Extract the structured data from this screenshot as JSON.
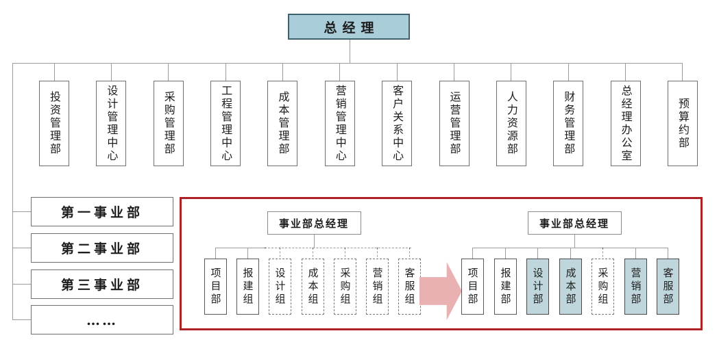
{
  "colors": {
    "gm_box_blue": "#a9cdd9",
    "highlight_blue": "#bfd6dd",
    "red_frame": "#ae2024",
    "arrow_pink": "#e9b1b1",
    "line_gray": "#9b9b9b",
    "text": "#1c1c1c"
  },
  "root": {
    "label": "总经理"
  },
  "departments": [
    {
      "label": "投资管理部"
    },
    {
      "label": "设计管理中心"
    },
    {
      "label": "采购管理部"
    },
    {
      "label": "工程管理中心"
    },
    {
      "label": "成本管理部"
    },
    {
      "label": "营销管理中心"
    },
    {
      "label": "客户关系中心"
    },
    {
      "label": "运营管理部"
    },
    {
      "label": "人力资源部"
    },
    {
      "label": "财务管理部"
    },
    {
      "label": "总经理办公室"
    },
    {
      "label": "预算约部"
    }
  ],
  "divisions": [
    {
      "label": "第一事业部"
    },
    {
      "label": "第二事业部"
    },
    {
      "label": "第三事业部"
    },
    {
      "label": "……"
    }
  ],
  "before": {
    "head": "事业部总经理",
    "children": [
      {
        "label": "项目部",
        "style": "solid"
      },
      {
        "label": "报建组",
        "style": "solid"
      },
      {
        "label": "设计组",
        "style": "dashed"
      },
      {
        "label": "成本组",
        "style": "dashed"
      },
      {
        "label": "采购组",
        "style": "dashed"
      },
      {
        "label": "营销组",
        "style": "dashed"
      },
      {
        "label": "客服组",
        "style": "dashed"
      }
    ]
  },
  "after": {
    "head": "事业部总经理",
    "children": [
      {
        "label": "项目部",
        "style": "solid"
      },
      {
        "label": "报建部",
        "style": "solid"
      },
      {
        "label": "设计部",
        "style": "highlight"
      },
      {
        "label": "成本部",
        "style": "highlight"
      },
      {
        "label": "采购组",
        "style": "dashed"
      },
      {
        "label": "营销部",
        "style": "highlight"
      },
      {
        "label": "客服部",
        "style": "highlight"
      }
    ]
  }
}
